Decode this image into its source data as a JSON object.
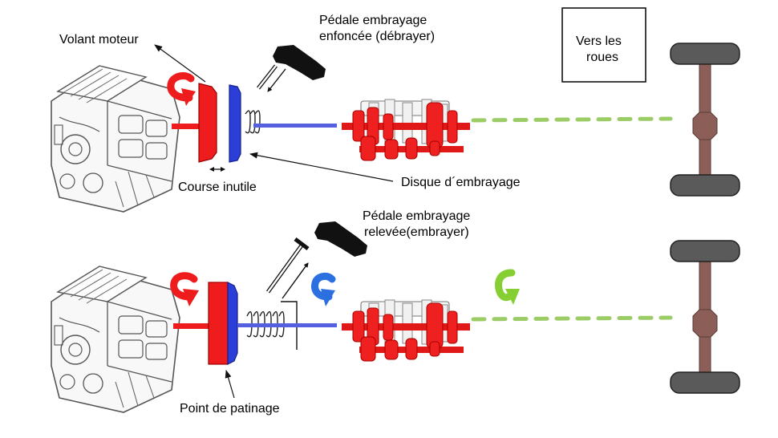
{
  "labels": {
    "volant_moteur": "Volant moteur",
    "pedale_enfoncee_line1": "Pédale embrayage",
    "pedale_enfoncee_line2": "enfoncée (débrayer)",
    "vers_les_roues_line1": "Vers les",
    "vers_les_roues_line2": "roues",
    "disque_embrayage": "Disque d´embrayage",
    "course_inutile": "Course inutile",
    "pedale_relevee_line1": "Pédale embrayage",
    "pedale_relevee_line2": "relevée(embrayer)",
    "point_de_patinage": "Point de patinage"
  },
  "colors": {
    "red": "#ee1c1c",
    "blue": "#2b3fd8",
    "shaft_blue": "#5560e0",
    "green": "#8bd23c",
    "green_dash": "#9ccc65",
    "axle": "#8b5e57",
    "tire": "#5a5a5a",
    "black": "#111111"
  },
  "icons": {
    "engine": "engine-block-sketch-icon",
    "gearbox": "gearbox-icon",
    "foot": "foot-on-pedal-icon",
    "wheel_axle": "wheel-axle-icon"
  }
}
